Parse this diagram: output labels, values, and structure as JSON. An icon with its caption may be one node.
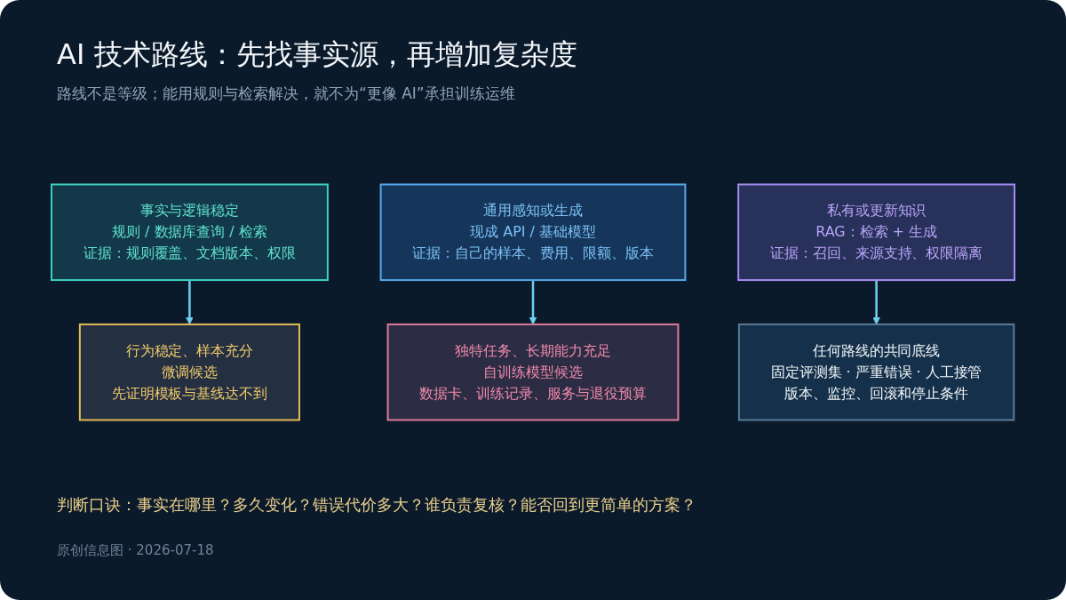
{
  "diagram": {
    "title": "AI 技术路线：先找事实源，再增加复杂度",
    "nodes": [
      {
        "text": [
          "事实与逻辑稳定",
          "规则 / 数据库查询 / 检索",
          "证据：规则覆盖、文档版本、权限"
        ]
      },
      {
        "text": [
          "通用感知或生成",
          "现成 API / 基础模型",
          "证据：自己的样本、费用、限额、版本"
        ]
      },
      {
        "text": [
          "私有或更新知识",
          "RAG：检索 + 生成",
          "证据：召回、来源支持、权限隔离"
        ]
      },
      {
        "text": [
          "行为稳定、样本充分",
          "微调候选",
          "先证明模板与基线达不到"
        ]
      },
      {
        "text": [
          "独特任务、长期能力充足",
          "自训练模型候选",
          "数据卡、训练记录、服务与退役预算"
        ]
      },
      {
        "text": [
          "任何路线的共同底线",
          "固定评测集 · 严重错误 · 人工接管",
          "版本、监控、回滚和停止条件"
        ]
      }
    ],
    "edges": [
      {
        "from": 0,
        "to": 3,
        "arrow": "to"
      },
      {
        "from": 1,
        "to": 4,
        "arrow": "to"
      },
      {
        "from": 2,
        "to": 5,
        "arrow": "to"
      }
    ],
    "labels": [
      "路线不是等级；能用规则与检索解决，就不为“更像 AI”承担训练运维",
      "判断口诀：事实在哪里？多久变化？错误代价多大？谁负责复核？能否回到更简单的方案？",
      "原创信息图 · 2026-07-18"
    ]
  }
}
